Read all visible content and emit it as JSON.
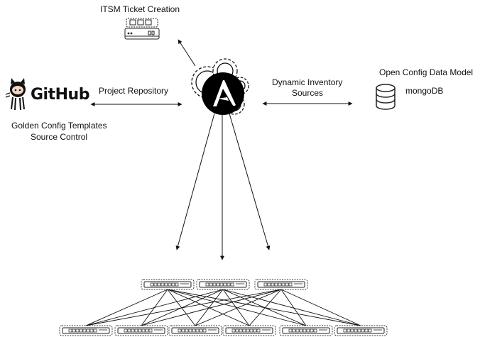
{
  "labels": {
    "itsm": "ITSM Ticket Creation",
    "project_repo": "Project Repository",
    "dynamic_inventory_line1": "Dynamic Inventory",
    "dynamic_inventory_line2": "Sources",
    "open_config": "Open Config Data Model",
    "mongodb": "mongoDB",
    "golden_config_line1": "Golden Config Templates",
    "golden_config_line2": "Source Control",
    "github": "GitHub"
  },
  "icons": {
    "central": "ansible-logo-icon",
    "gears": "gear-icon",
    "itsm": "ticket-printer-icon",
    "database": "database-icon",
    "github": "github-octocat-icon",
    "network": "network-switch-icon"
  },
  "colors": {
    "ansible_black": "#000000",
    "line": "#111111"
  }
}
